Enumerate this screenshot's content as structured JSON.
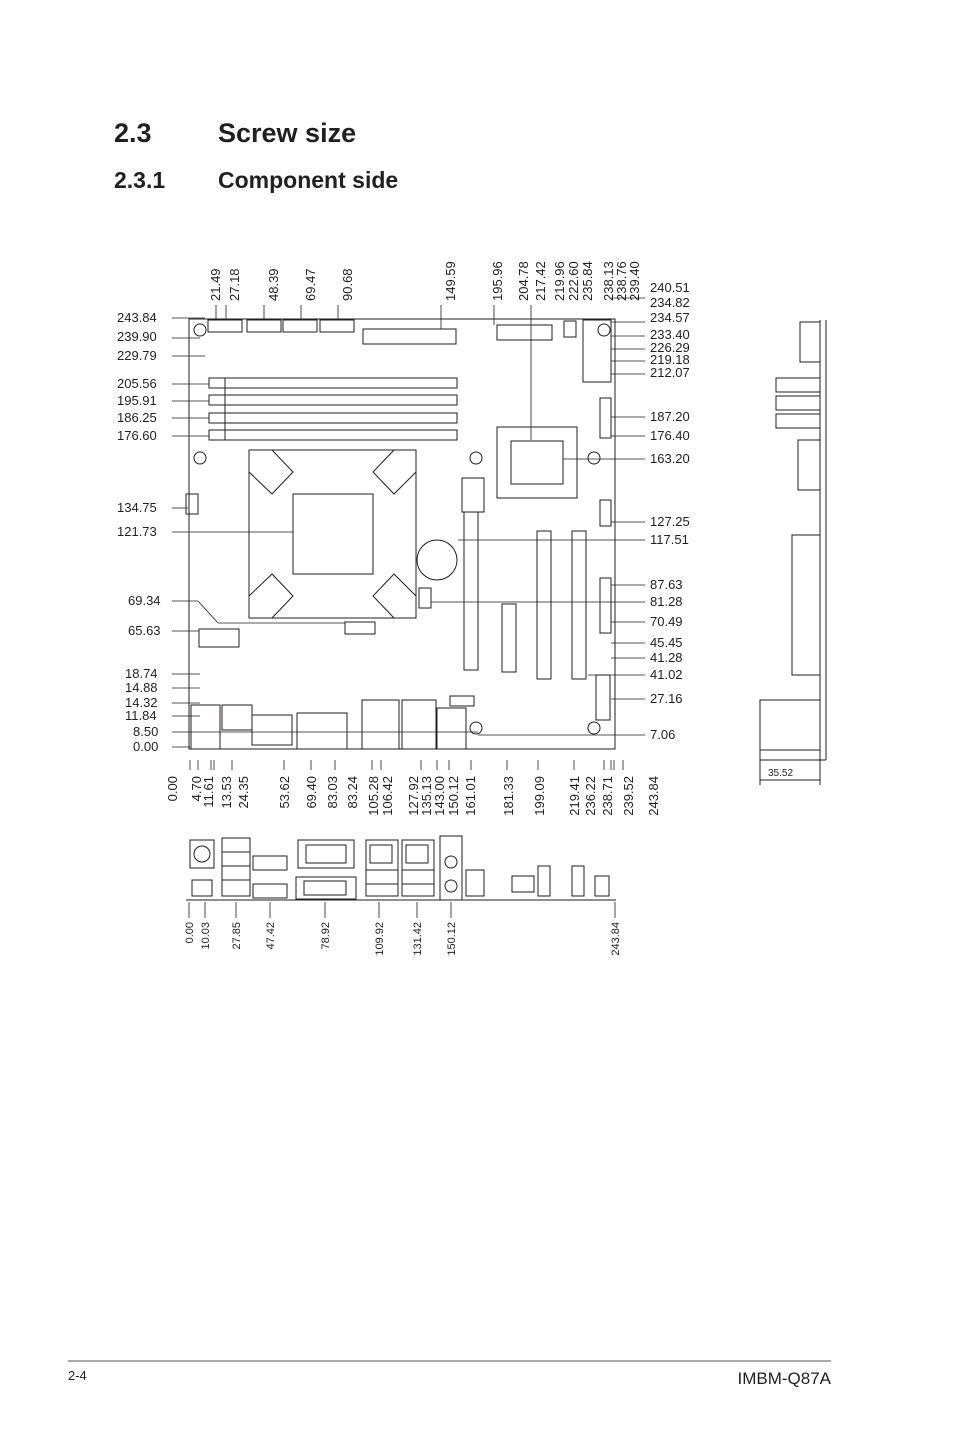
{
  "section": {
    "number": "2.3",
    "title": "Screw size"
  },
  "subsection": {
    "number": "2.3.1",
    "title": "Component side"
  },
  "left_labels": [
    "243.84",
    "239.90",
    "229.79",
    "205.56",
    "195.91",
    "186.25",
    "176.60",
    "134.75",
    "121.73",
    "69.34",
    "65.63",
    "18.74",
    "14.88",
    "14.32",
    "11.84",
    "8.50",
    "0.00"
  ],
  "right_labels": [
    "240.51",
    "234.82",
    "234.57",
    "233.40",
    "226.29",
    "219.18",
    "212.07",
    "187.20",
    "176.40",
    "163.20",
    "127.25",
    "117.51",
    "87.63",
    "81.28",
    "70.49",
    "45.45",
    "41.28",
    "41.02",
    "27.16",
    "7.06"
  ],
  "top_labels": [
    "21.49",
    "27.18",
    "48.39",
    "69.47",
    "90.68",
    "149.59",
    "195.96",
    "204.78",
    "217.42",
    "219.96",
    "222.60",
    "235.84",
    "238.13",
    "238.76",
    "239.40"
  ],
  "bottom_labels": [
    "0.00",
    "4.70",
    "11.61",
    "13.53",
    "24.35",
    "53.62",
    "69.40",
    "83.03",
    "83.24",
    "105.28",
    "106.42",
    "127.92",
    "135.13",
    "143.00",
    "150.12",
    "161.01",
    "181.33",
    "199.09",
    "219.41",
    "236.22",
    "238.71",
    "239.52",
    "243.84"
  ],
  "io_labels": [
    "0.00",
    "10.03",
    "27.85",
    "47.42",
    "78.92",
    "109.92",
    "131.42",
    "150.12",
    "243.84"
  ],
  "side_label": "35.52",
  "footer": {
    "page": "2-4",
    "model": "IMBM-Q87A"
  }
}
